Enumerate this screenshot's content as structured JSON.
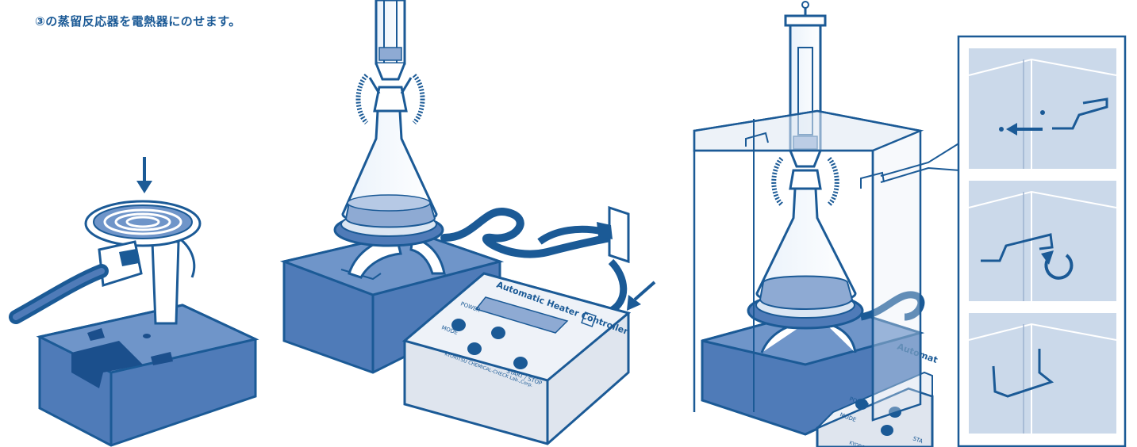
{
  "caption": "③の蒸留反応器を電熱器にのせます。",
  "controller": {
    "brand_title": "Automatic Heater Controller",
    "power_label": "POWER",
    "mode_label": "MODE",
    "start_stop_label": "START / STOP",
    "maker_label": "KYORITSU CHEMICAL-CHECK Lab.,Corp."
  },
  "cover_controller": {
    "brand_title": "Automat",
    "power_label": "POWER",
    "mode_label": "MODE",
    "start_stop_label": "STA",
    "maker_label": "KYORITSU CHE"
  },
  "colors": {
    "outline": "#1b5a96",
    "base_blue": "#5b86bf",
    "base_top": "#6f95c9",
    "light_blue": "#d5e3f2",
    "panel_grey": "#dfe5ee",
    "detail_bg": "#cbd9ea"
  },
  "icons": [
    "down-arrow-icon",
    "insert-arrow-icon",
    "left-arrow-icon",
    "rotate-arrow-icon",
    "power-plug-icon"
  ]
}
